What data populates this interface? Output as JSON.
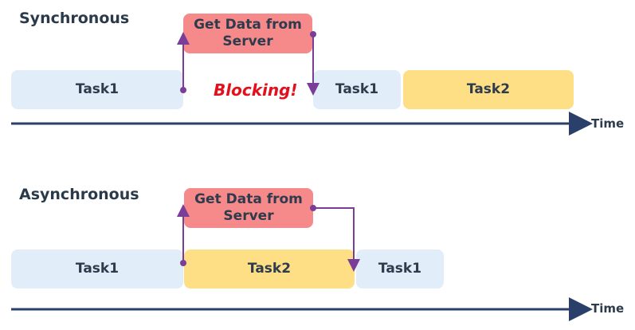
{
  "synchronous": {
    "title": "Synchronous",
    "server_label": "Get Data from Server",
    "task1_label": "Task1",
    "task1_resume_label": "Task1",
    "task2_label": "Task2",
    "blocking_label": "Blocking!",
    "time_label": "Time"
  },
  "asynchronous": {
    "title": "Asynchronous",
    "server_label": "Get Data from Server",
    "task1_label": "Task1",
    "task2_label": "Task2",
    "task1_resume_label": "Task1",
    "time_label": "Time"
  },
  "colors": {
    "task_blue": "#e1edf8",
    "task_yellow": "#fedf86",
    "server_red": "#f6898a",
    "blocking_red": "#e3101c",
    "arrow_purple": "#7a3d98",
    "timeline_navy": "#2a3f6a"
  }
}
